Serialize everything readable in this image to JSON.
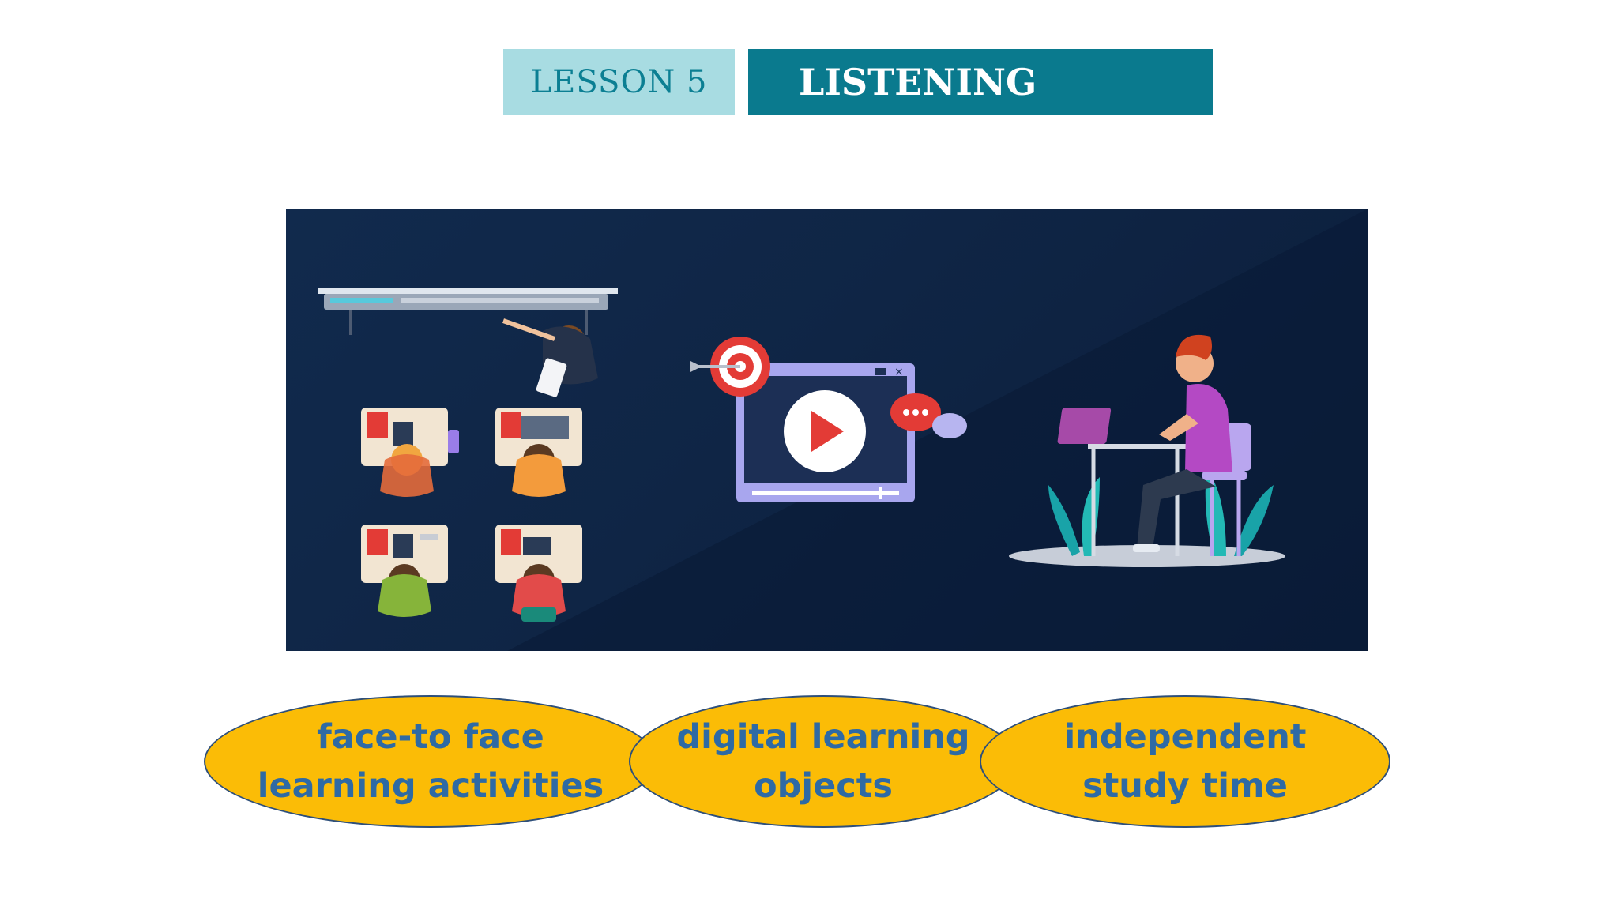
{
  "header": {
    "lesson_label": "LESSON 5",
    "section_label": "LISTENING"
  },
  "illustration": {
    "groups": [
      {
        "icon": "classroom-icon"
      },
      {
        "icon": "video-player-icon"
      },
      {
        "icon": "student-laptop-icon"
      }
    ]
  },
  "ovals": [
    {
      "line1": "face-to face",
      "line2": "learning activities"
    },
    {
      "line1": "digital learning",
      "line2": "objects"
    },
    {
      "line1": "independent",
      "line2": "study time"
    }
  ],
  "colors": {
    "lesson_bg": "#a8dce2",
    "section_bg": "#0a7a8e",
    "oval_fill": "#fbbc06",
    "oval_text": "#2e6aa4",
    "illustration_bg": "#0f2545"
  }
}
